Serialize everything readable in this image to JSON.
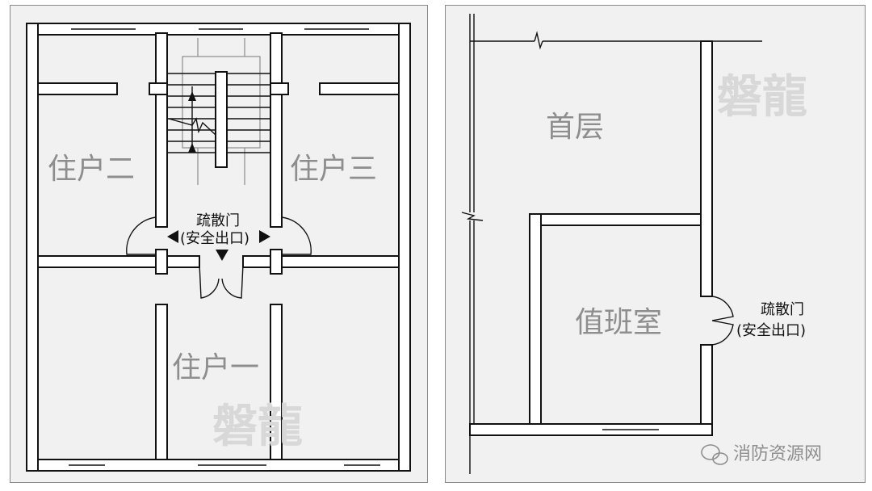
{
  "left_plan": {
    "rooms": {
      "unit_2": "住户二",
      "unit_3": "住户三",
      "unit_1": "住户一"
    },
    "exit_door": {
      "line1": "疏散门",
      "line2": "(安全出口)"
    },
    "watermark": "磐龍"
  },
  "right_plan": {
    "rooms": {
      "ground_floor": "首层",
      "duty_room": "值班室"
    },
    "exit_door": {
      "line1": "疏散门",
      "line2": "(安全出口)"
    },
    "watermark": "磐龍",
    "source_badge": {
      "icon": "wechat-icon",
      "text": "消防资源网"
    }
  },
  "colors": {
    "panel_background": "#f1f1f1",
    "wall": "#111111",
    "label_gray": "#8e8e8e",
    "watermark": "#d8d8d8"
  }
}
